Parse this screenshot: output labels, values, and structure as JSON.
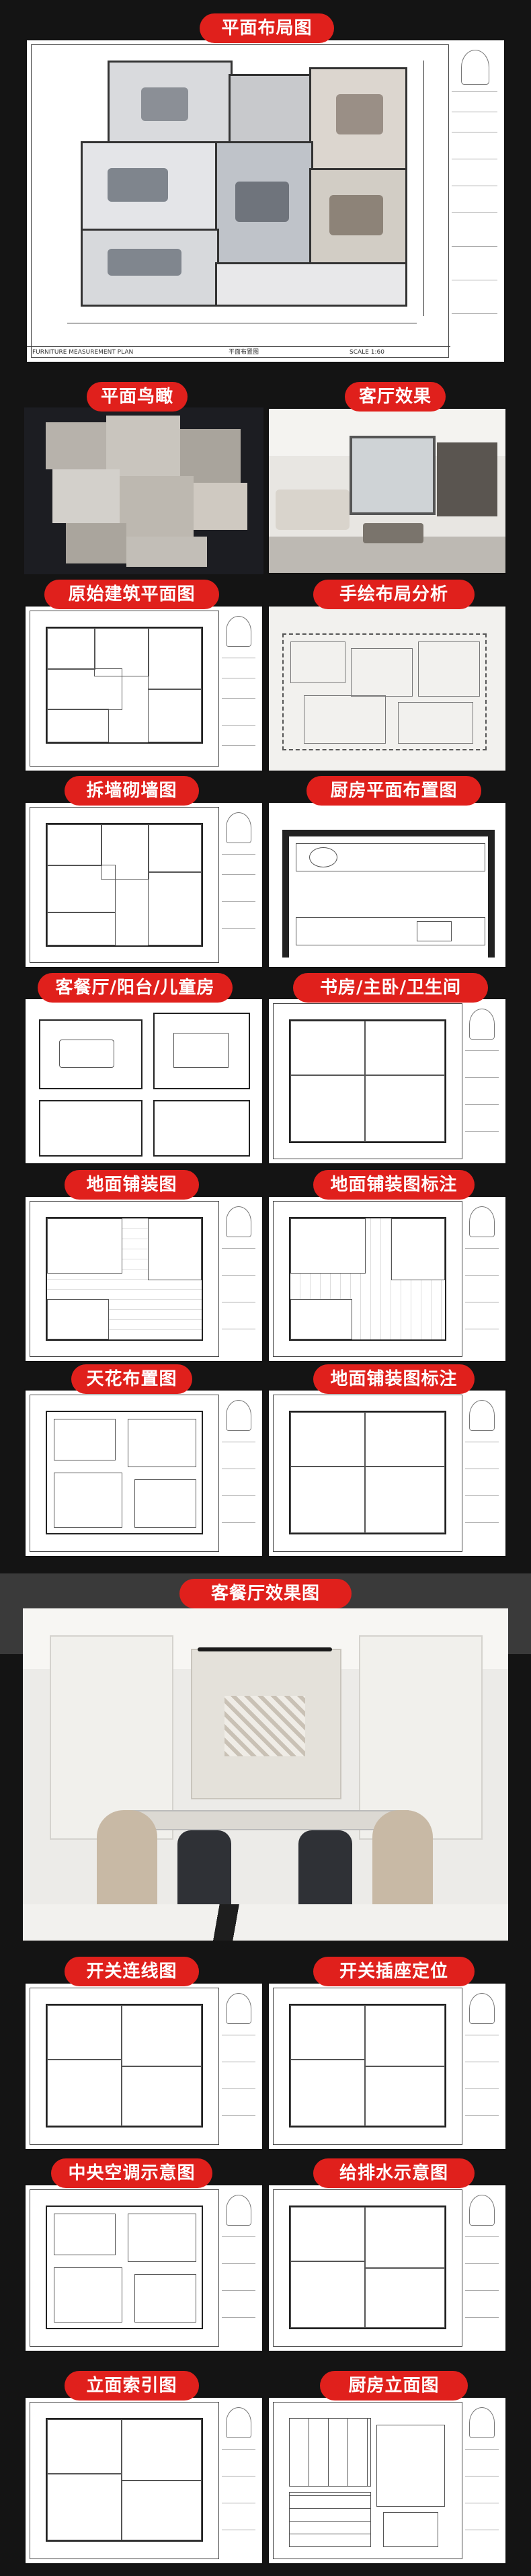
{
  "sections": {
    "layout_plan": "平面布局图",
    "aerial_view": "平面鸟瞰",
    "living_room_effect": "客厅效果",
    "original_plan": "原始建筑平面图",
    "hand_drawn_analysis": "手绘布局分析",
    "demolition_plan": "拆墙砌墙图",
    "kitchen_plan": "厨房平面布置图",
    "living_balcony_kids": "客餐厅/阳台/儿童房",
    "study_master_bath": "书房/主卧/卫生间",
    "floor_paving": "地面铺装图",
    "floor_paving_marked_1": "地面铺装图标注",
    "ceiling_plan": "天花布置图",
    "floor_paving_marked_2": "地面铺装图标注",
    "dining_effect": "客餐厅效果图",
    "switch_wiring": "开关连线图",
    "socket_positioning": "开关插座定位",
    "central_ac": "中央空调示意图",
    "water_supply": "给排水示意图",
    "elevation_index": "立面索引图",
    "kitchen_elevation": "厨房立面图"
  },
  "drawing_footer": {
    "plan_name": "FURNITURE MEASUREMENT PLAN",
    "plan_caption": "平面布置图",
    "scale": "SCALE 1:60"
  },
  "colors": {
    "accent": "#e0201c",
    "page_bg": "#141414"
  }
}
